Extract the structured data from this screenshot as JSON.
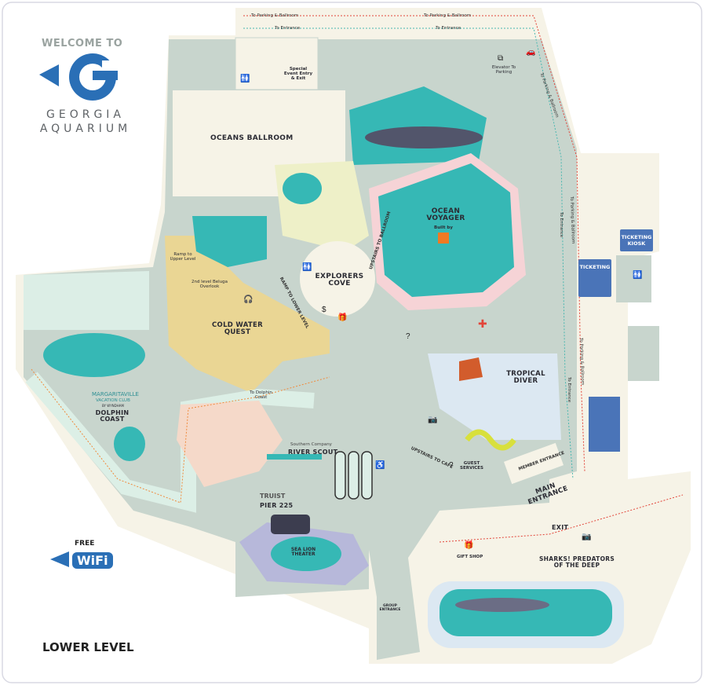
{
  "header": {
    "welcome": "WELCOME TO",
    "logo_letter": "G",
    "brand_line1": "GEORGIA",
    "brand_line2": "AQUARIUM"
  },
  "level_label": "LOWER LEVEL",
  "wifi": {
    "free": "FREE",
    "label": "WiFi"
  },
  "routes": {
    "to_parking": "To Parking & Ballroom",
    "to_entrance": "To Entrance",
    "elevator_parking": "Elevator To Parking"
  },
  "areas": {
    "oceans_ballroom": "OCEANS BALLROOM",
    "special_event": "Special Event Entry & Exit",
    "ocean_voyager": "OCEAN VOYAGER",
    "built_by": "Built by",
    "explorers_cove": "EXPLORERS COVE",
    "cold_water_quest": "COLD WATER QUEST",
    "ramp_upper": "Ramp to Upper Level",
    "beluga_overlook": "2nd level Beluga Overlook",
    "ramp_lower": "RAMP TO LOWER LEVEL",
    "upstairs_ballroom": "UPSTAIRS TO BALLROOM",
    "to_dolphin_coast": "To Dolphin Coast",
    "dolphin_sponsor": "MARGARITAVILLE",
    "dolphin_sponsor_sub": "VACATION CLUB",
    "dolphin_sponsor_by": "BY WYNDHAM",
    "dolphin_coast": "DOLPHIN COAST",
    "river_sponsor": "Southern Company",
    "river_scout": "RIVER SCOUT",
    "pier_sponsor": "TRUIST",
    "pier_225": "PIER 225",
    "sea_lion_theater": "SEA LION THEATER",
    "group_entrance": "GROUP ENTRANCE",
    "tropical_diver": "TROPICAL DIVER",
    "upstairs_cafe": "UPSTAIRS TO CAFE",
    "guest_services": "GUEST SERVICES",
    "member_entrance": "MEMBER ENTRANCE",
    "main_entrance": "MAIN ENTRANCE",
    "exit": "EXIT",
    "gift_shop": "GIFT SHOP",
    "sharks": "SHARKS! PREDATORS OF THE DEEP",
    "ticketing": "TICKETING",
    "ticketing_kiosk": "TICKETING KIOSK"
  },
  "colors": {
    "building": "#c8d5cd",
    "water": "#36b8b5",
    "path": "#f5f2e6",
    "route_red": "#e2453a",
    "route_teal": "#4bb7b0",
    "ticketing": "#4a74b8",
    "cold_water": "#f0d68a",
    "voyager_border": "#f6d3d6"
  }
}
